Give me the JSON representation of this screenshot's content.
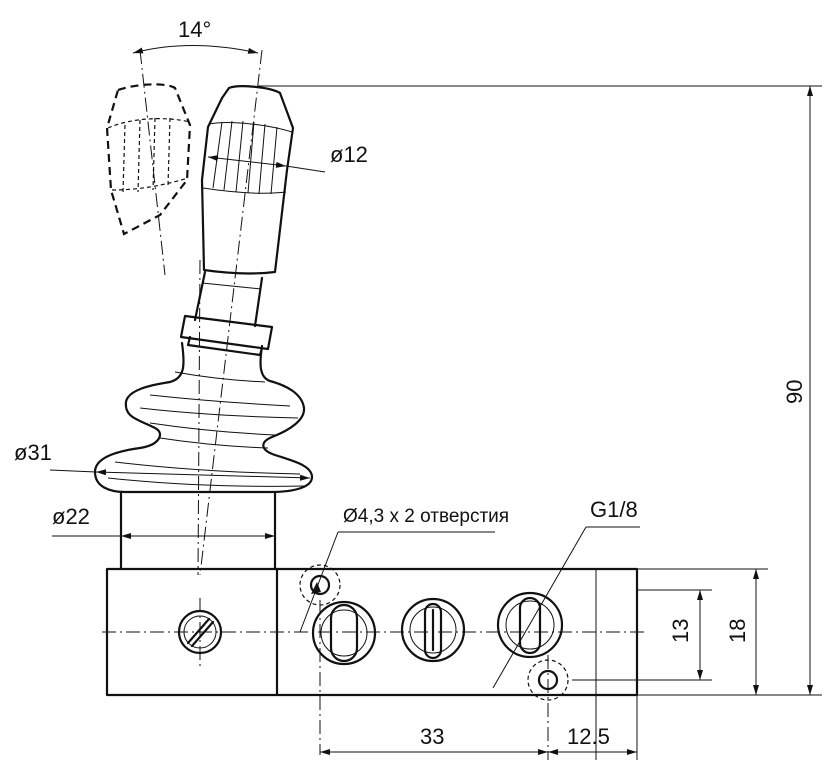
{
  "labels": {
    "angle": "14°",
    "dia_handle": "ø12",
    "dia_bellows": "ø31",
    "dia_neck": "ø22",
    "holes_note": "Ø4,3 х 2 отверстия",
    "port": "G1/8",
    "dim_13": "13",
    "dim_18": "18",
    "dim_90": "90",
    "dim_33": "33",
    "dim_12_5": "12.5"
  }
}
